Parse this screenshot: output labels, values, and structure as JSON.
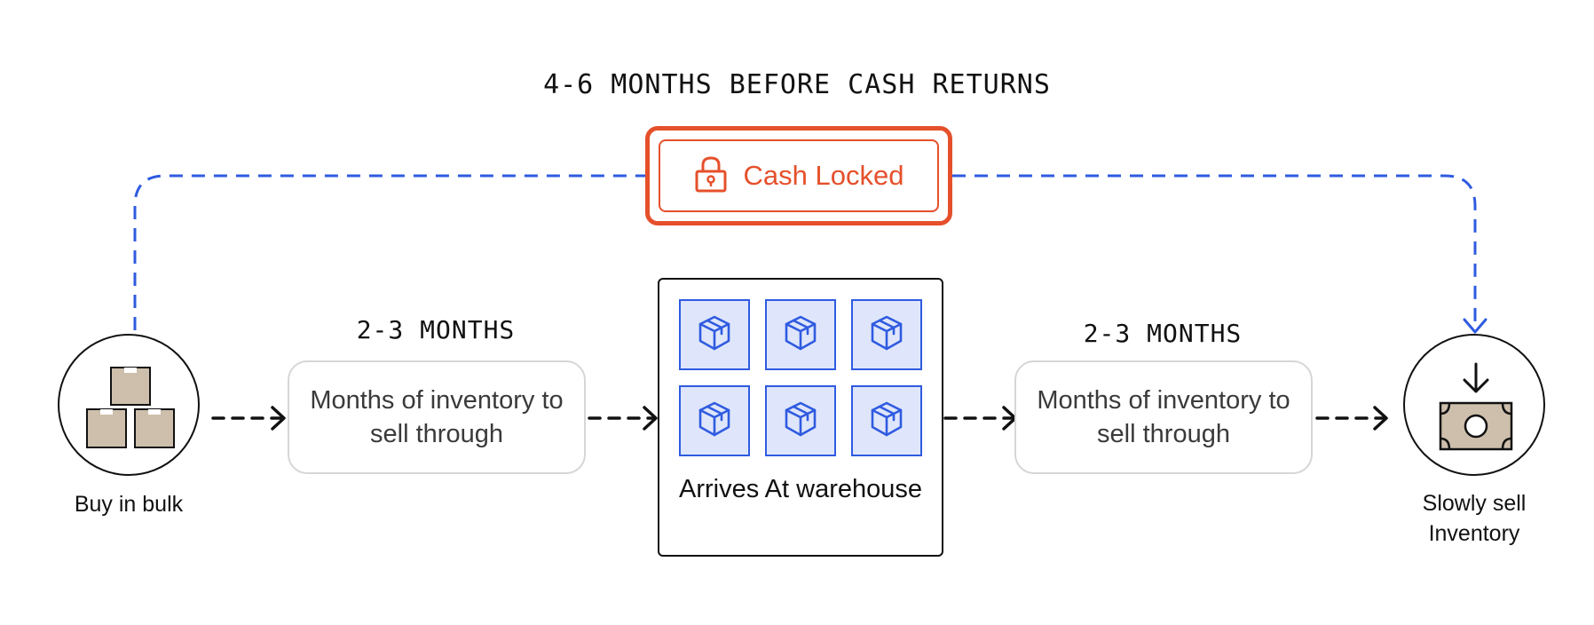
{
  "diagram": {
    "title": "4-6 MONTHS BEFORE CASH RETURNS",
    "cash_locked_label": "Cash Locked",
    "steps": [
      {
        "label": "Buy in bulk"
      },
      {
        "period": "2-3 MONTHS",
        "label": "Months of inventory to sell through"
      },
      {
        "label": "Arrives At warehouse"
      },
      {
        "period": "2-3 MONTHS",
        "label": "Months of inventory to sell through"
      },
      {
        "label": "Slowly sell Inventory"
      }
    ]
  },
  "colors": {
    "accent_orange": "#e5502b",
    "dashed_blue": "#2f5be0",
    "tile_fill": "#dfe6fb",
    "box_tan": "#cdbfac"
  },
  "icons": [
    "lock-icon",
    "stacked-boxes-icon",
    "package-icon",
    "cash-inflow-icon"
  ]
}
